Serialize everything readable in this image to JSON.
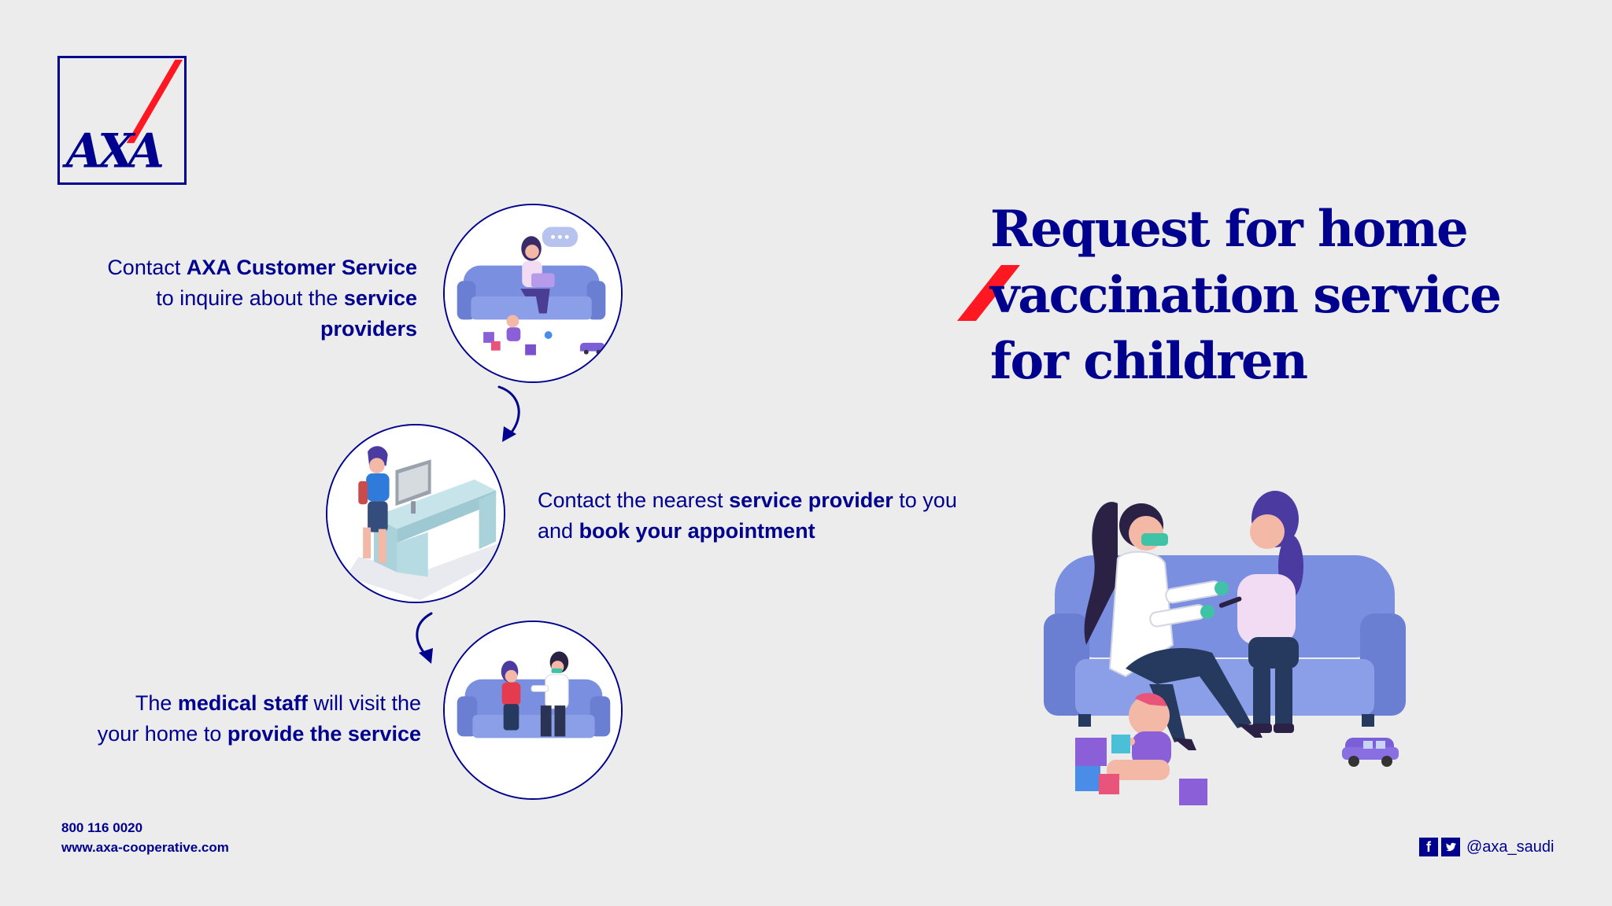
{
  "brand": {
    "logo_text": "AXA",
    "primary_color": "#00008f",
    "accent_color": "#ff1721",
    "background_color": "#ececec"
  },
  "headline": {
    "line1": "Request for home",
    "line2": "vaccination service",
    "line3": "for children"
  },
  "steps": [
    {
      "line1_prefix": "Contact ",
      "line1_bold": "AXA Customer Service",
      "line2_prefix": "to inquire about the ",
      "line2_bold": "service providers"
    },
    {
      "line1_prefix": "Contact the nearest ",
      "line1_bold": "service provider",
      "line1_suffix": " to you",
      "line2_prefix": "and ",
      "line2_bold": "book your appointment"
    },
    {
      "line1_prefix": "The ",
      "line1_bold": "medical staff",
      "line1_suffix": " will visit the",
      "line2_prefix": "your home to ",
      "line2_bold": "provide the service"
    }
  ],
  "footer": {
    "phone": "800 116 0020",
    "website": "www.axa-cooperative.com",
    "facebook_icon": "f",
    "twitter_icon": "t",
    "social_handle": "@axa_saudi"
  }
}
